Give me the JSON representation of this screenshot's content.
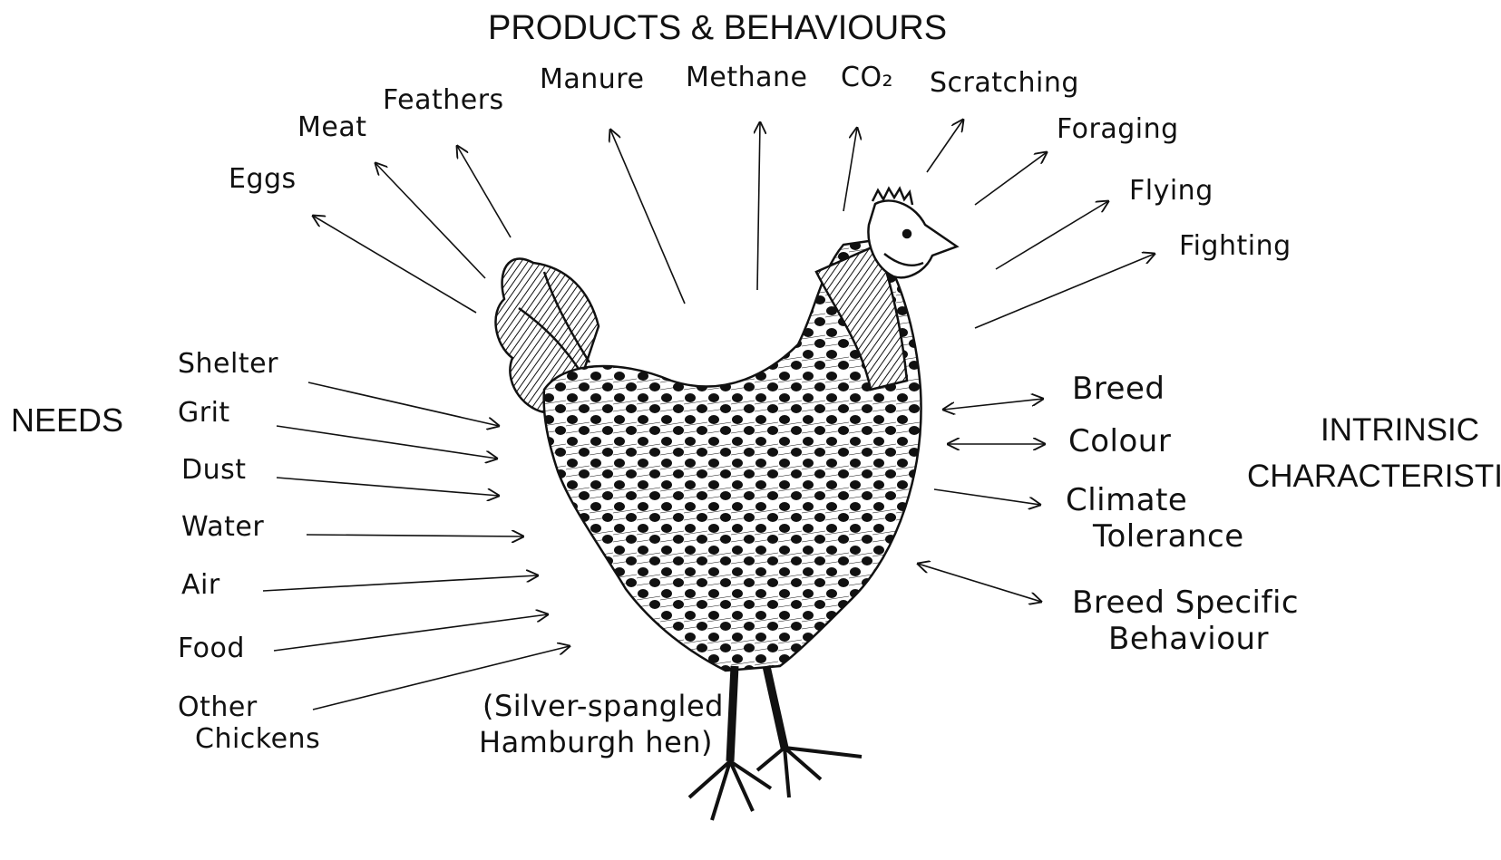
{
  "headings": {
    "products_behaviours": "PRODUCTS & BEHAVIOURS",
    "needs": "NEEDS",
    "intrinsic_line1": "INTRINSIC",
    "intrinsic_line2": "CHARACTERISTICS"
  },
  "products": [
    "Eggs",
    "Meat",
    "Feathers",
    "Manure",
    "Methane",
    "CO₂"
  ],
  "behaviours": [
    "Scratching",
    "Foraging",
    "Flying",
    "Fighting"
  ],
  "needs": [
    "Shelter",
    "Grit",
    "Dust",
    "Water",
    "Air",
    "Food",
    "Other",
    "Chickens"
  ],
  "characteristics": {
    "breed": "Breed",
    "colour": "Colour",
    "climate_1": "Climate",
    "climate_2": "Tolerance",
    "bsb_1": "Breed Specific",
    "bsb_2": "Behaviour"
  },
  "caption": {
    "line1": "(Silver-spangled",
    "line2": "Hamburgh hen)"
  },
  "colors": {
    "ink": "#111111",
    "paper": "#ffffff"
  }
}
